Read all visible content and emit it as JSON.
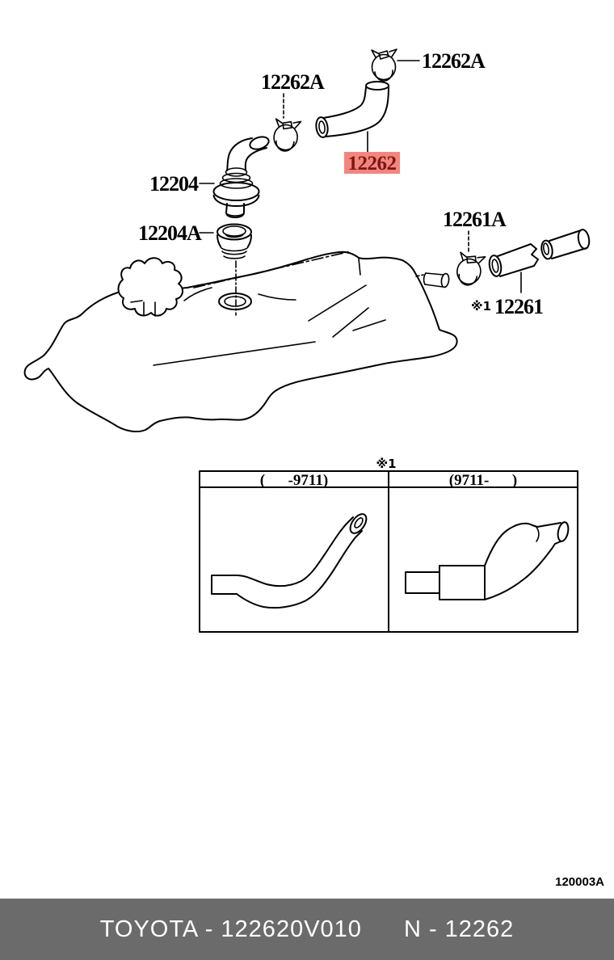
{
  "diagram": {
    "labels": {
      "clamp_top": "12262A",
      "clamp_mid": "12262A",
      "pcv_valve": "12204",
      "grommet": "12204A",
      "clamp_no2": "12261A",
      "hose_no2": "12261",
      "hose_no2_ref": "※1"
    },
    "highlight": {
      "part_no": "12262",
      "bg_color": "#f2867d",
      "text_color": "#7d1517"
    },
    "inset_table": {
      "ref_mark": "※1",
      "col_left_header": "(      -9711)",
      "col_right_header": "(9711-      )"
    },
    "figure_code": "120003A"
  },
  "footer": {
    "brand_part": "TOYOTA - 122620V010",
    "ref_part": "N - 12262",
    "bg_color": "#6b6b6b"
  },
  "colors": {
    "line": "#000000",
    "background": "#ffffff"
  }
}
